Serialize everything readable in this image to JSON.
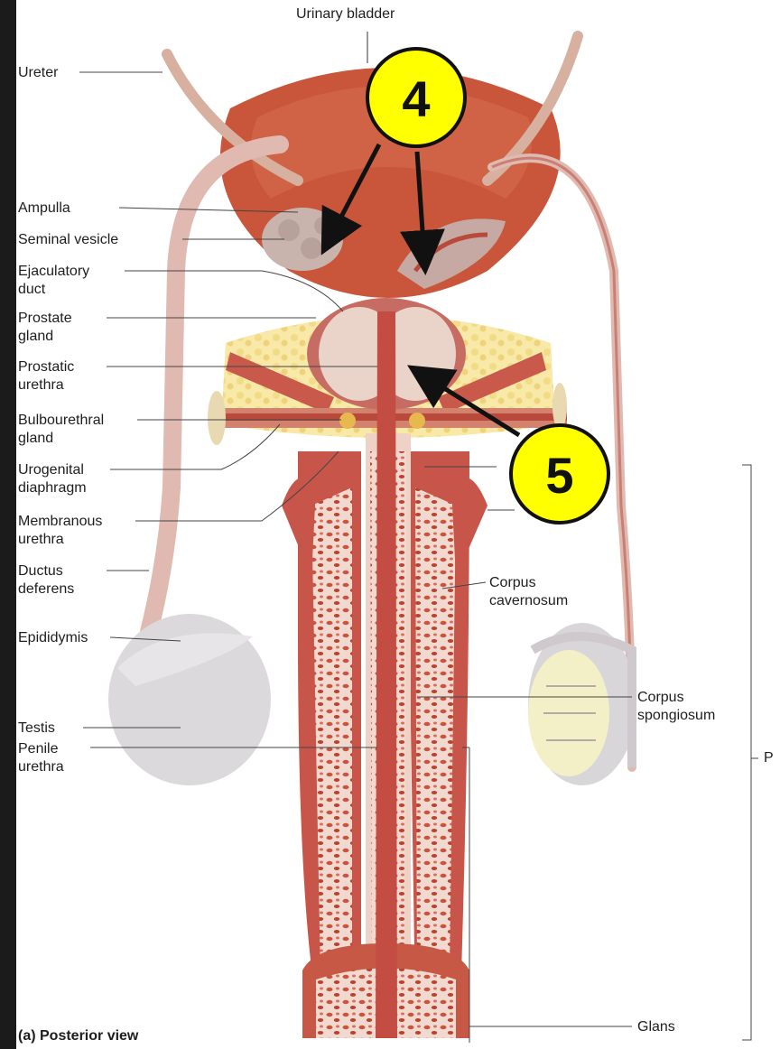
{
  "figure": {
    "caption": "(a) Posterior view",
    "labels": {
      "urinary_bladder": "Urinary bladder",
      "ureter": "Ureter",
      "ampulla": "Ampulla",
      "seminal_vesicle": "Seminal vesicle",
      "ejaculatory_duct": "Ejaculatory\nduct",
      "prostate_gland": "Prostate\ngland",
      "prostatic_urethra": "Prostatic\nurethra",
      "bulbourethral_gland": "Bulbourethral\ngland",
      "urogenital_diaphragm": "Urogenital\ndiaphragm",
      "membranous_urethra": "Membranous\nurethra",
      "ductus_deferens": "Ductus\ndeferens",
      "epididymis": "Epididymis",
      "testis": "Testis",
      "penile_urethra": "Penile\nurethra",
      "corpus_cavernosum": "Corpus\ncavernosum",
      "corpus_spongiosum": "Corpus\nspongiosum",
      "glans": "Glans",
      "penis_partial": "P"
    },
    "markers": [
      {
        "id": "marker-4",
        "text": "4"
      },
      {
        "id": "marker-5",
        "text": "5"
      }
    ],
    "colors": {
      "badge_fill": "#ffff00",
      "bladder": "#c9553a",
      "tissue_red": "#c8554a",
      "spongy": "#efd2c6",
      "fat": "#f6e39a",
      "testis": "#dcd9dc",
      "ductus": "#e0b9b0"
    }
  }
}
